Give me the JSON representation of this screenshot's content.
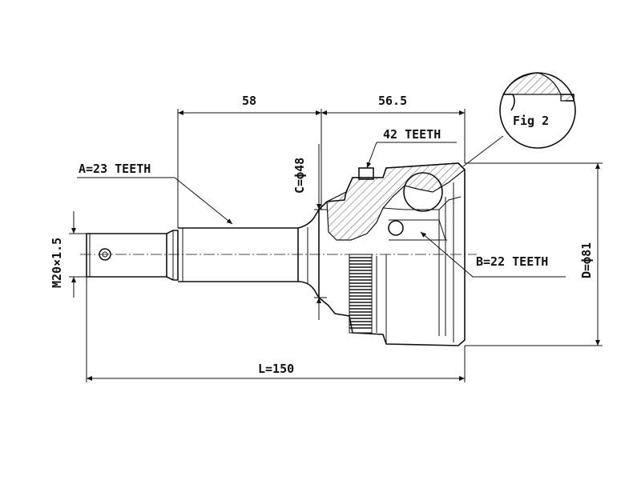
{
  "drawing": {
    "dim_top_left": "58",
    "dim_top_right": "56.5",
    "teeth_42": "42 TEETH",
    "teeth_a": "A=23 TEETH",
    "teeth_b": "B=22 TEETH",
    "dim_c": "C=ϕ48",
    "dim_m": "M20×1.5",
    "dim_d": "D=ϕ81",
    "dim_l": "L=150",
    "fig": "Fig 2"
  }
}
